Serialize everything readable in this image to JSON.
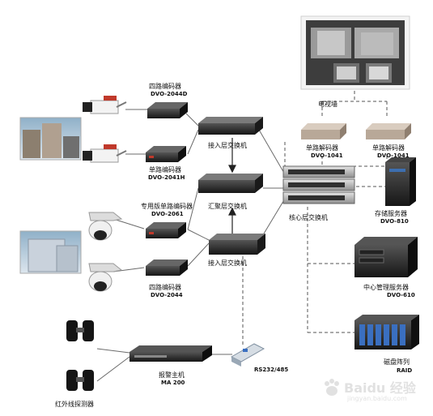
{
  "labels": {
    "tv_wall": "电视墙",
    "encoder4_top": "四路编码器",
    "encoder4_top_code": "DVO-2044D",
    "encoder1": "单路编码器",
    "encoder1_code": "DVO-2041H",
    "encoder_special": "专用版单路编码器",
    "encoder_special_code": "DVO-2061",
    "encoder4_bottom": "四路编码器",
    "encoder4_bottom_code": "DVO-2044",
    "access_switch_top": "接入层交换机",
    "aggregation_switch": "汇聚层交换机",
    "access_switch_bottom": "接入层交换机",
    "core_switch": "核心层交换机",
    "decoder_left": "单路解码器",
    "decoder_left_code": "DVO-1041",
    "decoder_right": "单路解码器",
    "decoder_right_code": "DVO-1041",
    "storage_server": "存储服务器",
    "storage_server_code": "DVO-810",
    "central_server": "中心管理服务器",
    "central_server_code": "DVO-610",
    "raid": "磁盘阵列",
    "raid_code": "RAID",
    "alarm_host": "报警主机",
    "alarm_host_code": "MA 200",
    "rs_converter": "RS232/485",
    "ir_detector": "红外线探测器"
  },
  "watermark": {
    "brand": "Baidu 经验",
    "url": "jingyan.baidu.com"
  },
  "colors": {
    "line": "#6b6b6b",
    "dashed": "#555555",
    "device_dark": "#2b2b2b",
    "device_silver": "#b8b8b8",
    "accent_red": "#c0392b"
  }
}
